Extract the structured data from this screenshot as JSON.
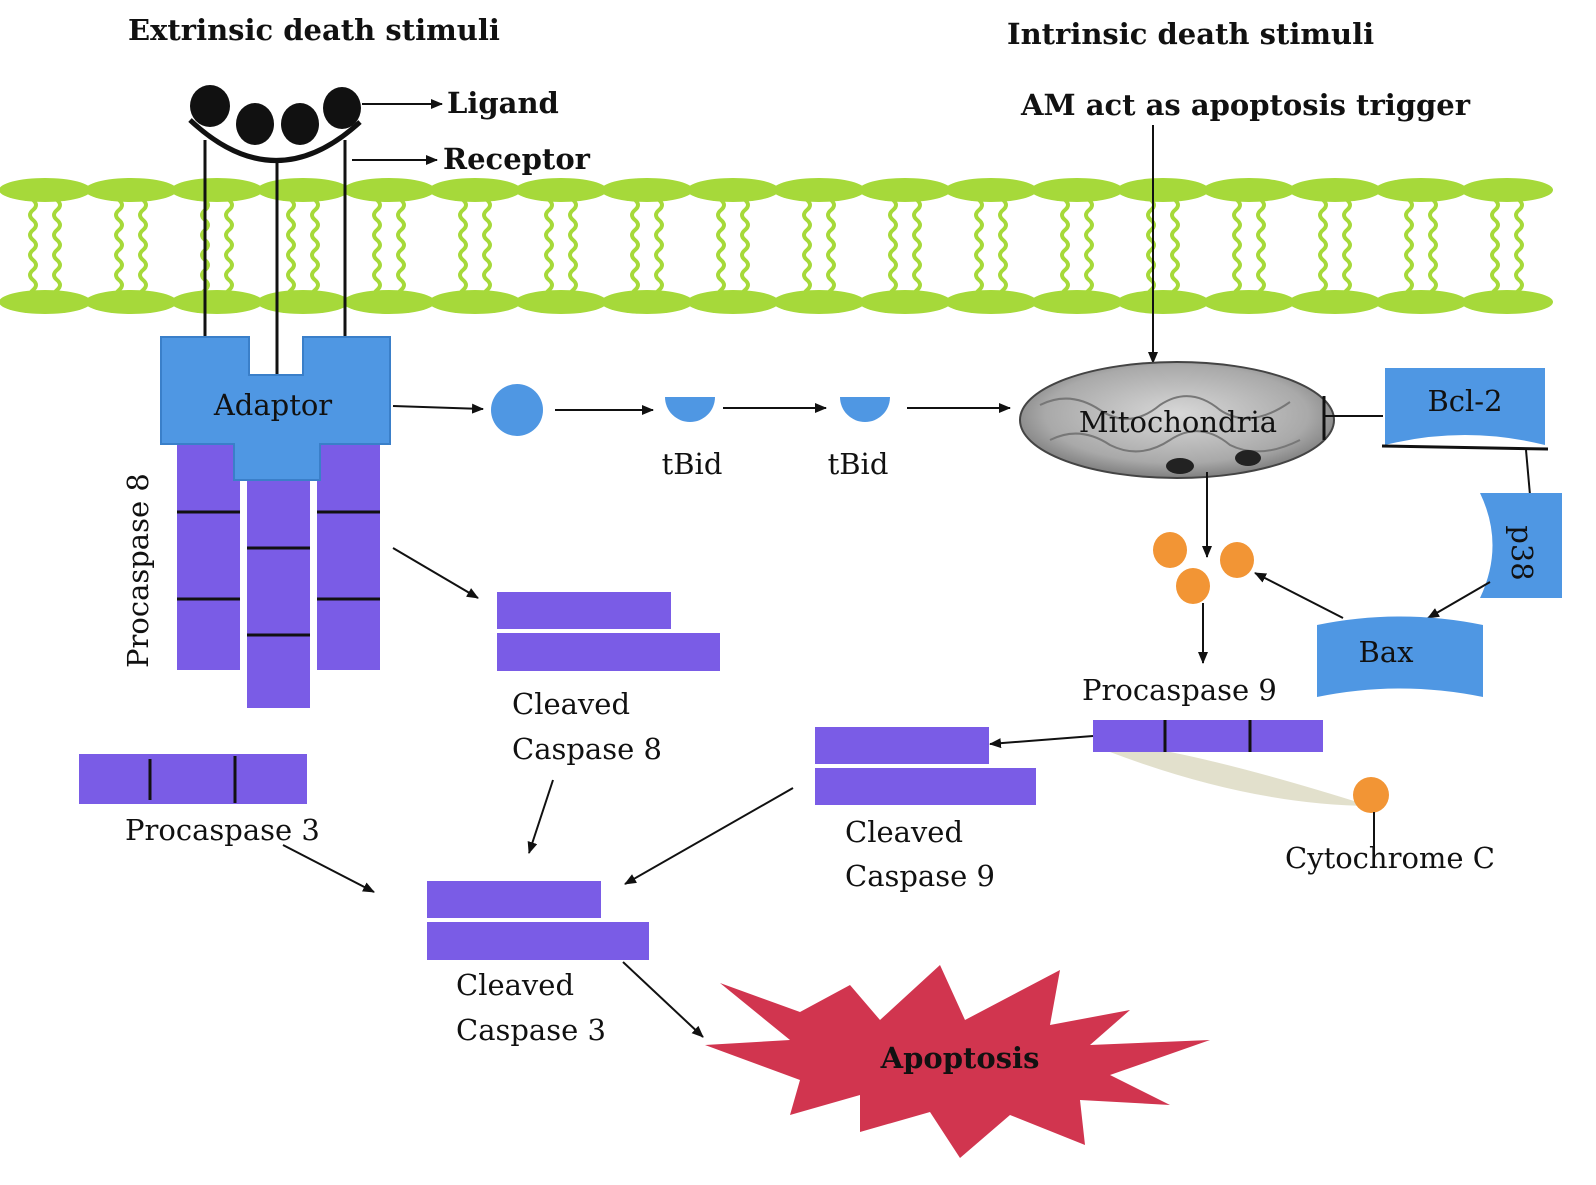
{
  "labels": {
    "extrinsic": "Extrinsic death stimuli",
    "intrinsic": "Intrinsic death stimuli",
    "trigger": "AM act as apoptosis trigger",
    "ligand": "Ligand",
    "receptor": "Receptor",
    "adaptor": "Adaptor",
    "procaspase8": "Procaspase 8",
    "tbid1": "tBid",
    "tbid2": "tBid",
    "mitochondria": "Mitochondria",
    "bcl2": "Bcl-2",
    "p38": "p38",
    "bax": "Bax",
    "procaspase9": "Procaspase 9",
    "cleaved8_line1": "Cleaved",
    "cleaved8_line2": "Caspase 8",
    "cleaved9_line1": "Cleaved",
    "cleaved9_line2": "Caspase 9",
    "procaspase3": "Procaspase 3",
    "cleaved3_line1": "Cleaved",
    "cleaved3_line2": "Caspase 3",
    "cytochrome": "Cytochrome C",
    "apoptosis": "Apoptosis"
  },
  "colors": {
    "membrane": "#a6d93a",
    "caspase": "#7a5ce6",
    "blue": "#4f97e3",
    "orange": "#f29535",
    "apoptosis": "#d1354f",
    "mito": "#b5b5b5"
  }
}
